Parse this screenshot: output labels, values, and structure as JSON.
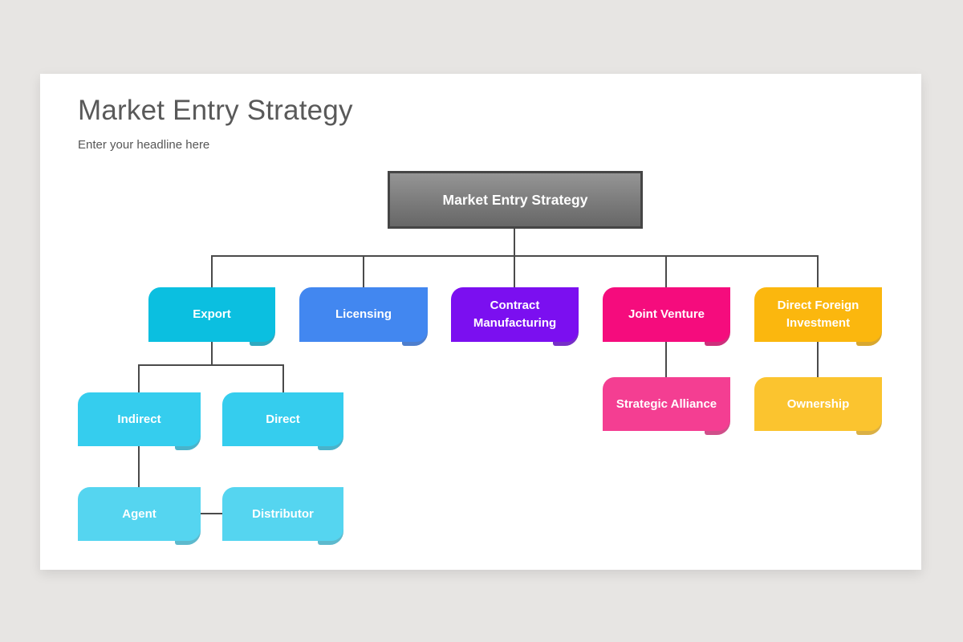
{
  "page": {
    "background_color": "#e7e5e3",
    "card_color": "#ffffff",
    "connector_color": "#4a4a4a"
  },
  "header": {
    "title": "Market Entry Strategy",
    "subtitle": "Enter your headline here"
  },
  "diagram": {
    "root": {
      "label": "Market Entry Strategy",
      "fill_top": "#959595",
      "fill_bottom": "#676767",
      "border_color": "#454545"
    },
    "nodes": [
      {
        "id": "export",
        "label": "Export",
        "color": "#0bbfe0",
        "fold": "#0a9ab5"
      },
      {
        "id": "licensing",
        "label": "Licensing",
        "color": "#4287f0",
        "fold": "#2f67c4"
      },
      {
        "id": "contract",
        "label": "Contract Manufacturing",
        "color": "#7b0ff0",
        "fold": "#5e0abc"
      },
      {
        "id": "joint",
        "label": "Joint Venture",
        "color": "#f50c7d",
        "fold": "#c30a64"
      },
      {
        "id": "dfi",
        "label": "Direct Foreign Investment",
        "color": "#fbb70e",
        "fold": "#d1980b"
      },
      {
        "id": "strategic",
        "label": "Strategic Alliance",
        "color": "#f43e92",
        "fold": "#c73076"
      },
      {
        "id": "ownership",
        "label": "Ownership",
        "color": "#fbc42f",
        "fold": "#d3a225"
      },
      {
        "id": "indirect",
        "label": "Indirect",
        "color": "#35cdee",
        "fold": "#29a6c2"
      },
      {
        "id": "direct",
        "label": "Direct",
        "color": "#35cdee",
        "fold": "#29a6c2"
      },
      {
        "id": "agent",
        "label": "Agent",
        "color": "#55d5f0",
        "fold": "#41adc4"
      },
      {
        "id": "distributor",
        "label": "Distributor",
        "color": "#55d5f0",
        "fold": "#41adc4"
      }
    ]
  }
}
